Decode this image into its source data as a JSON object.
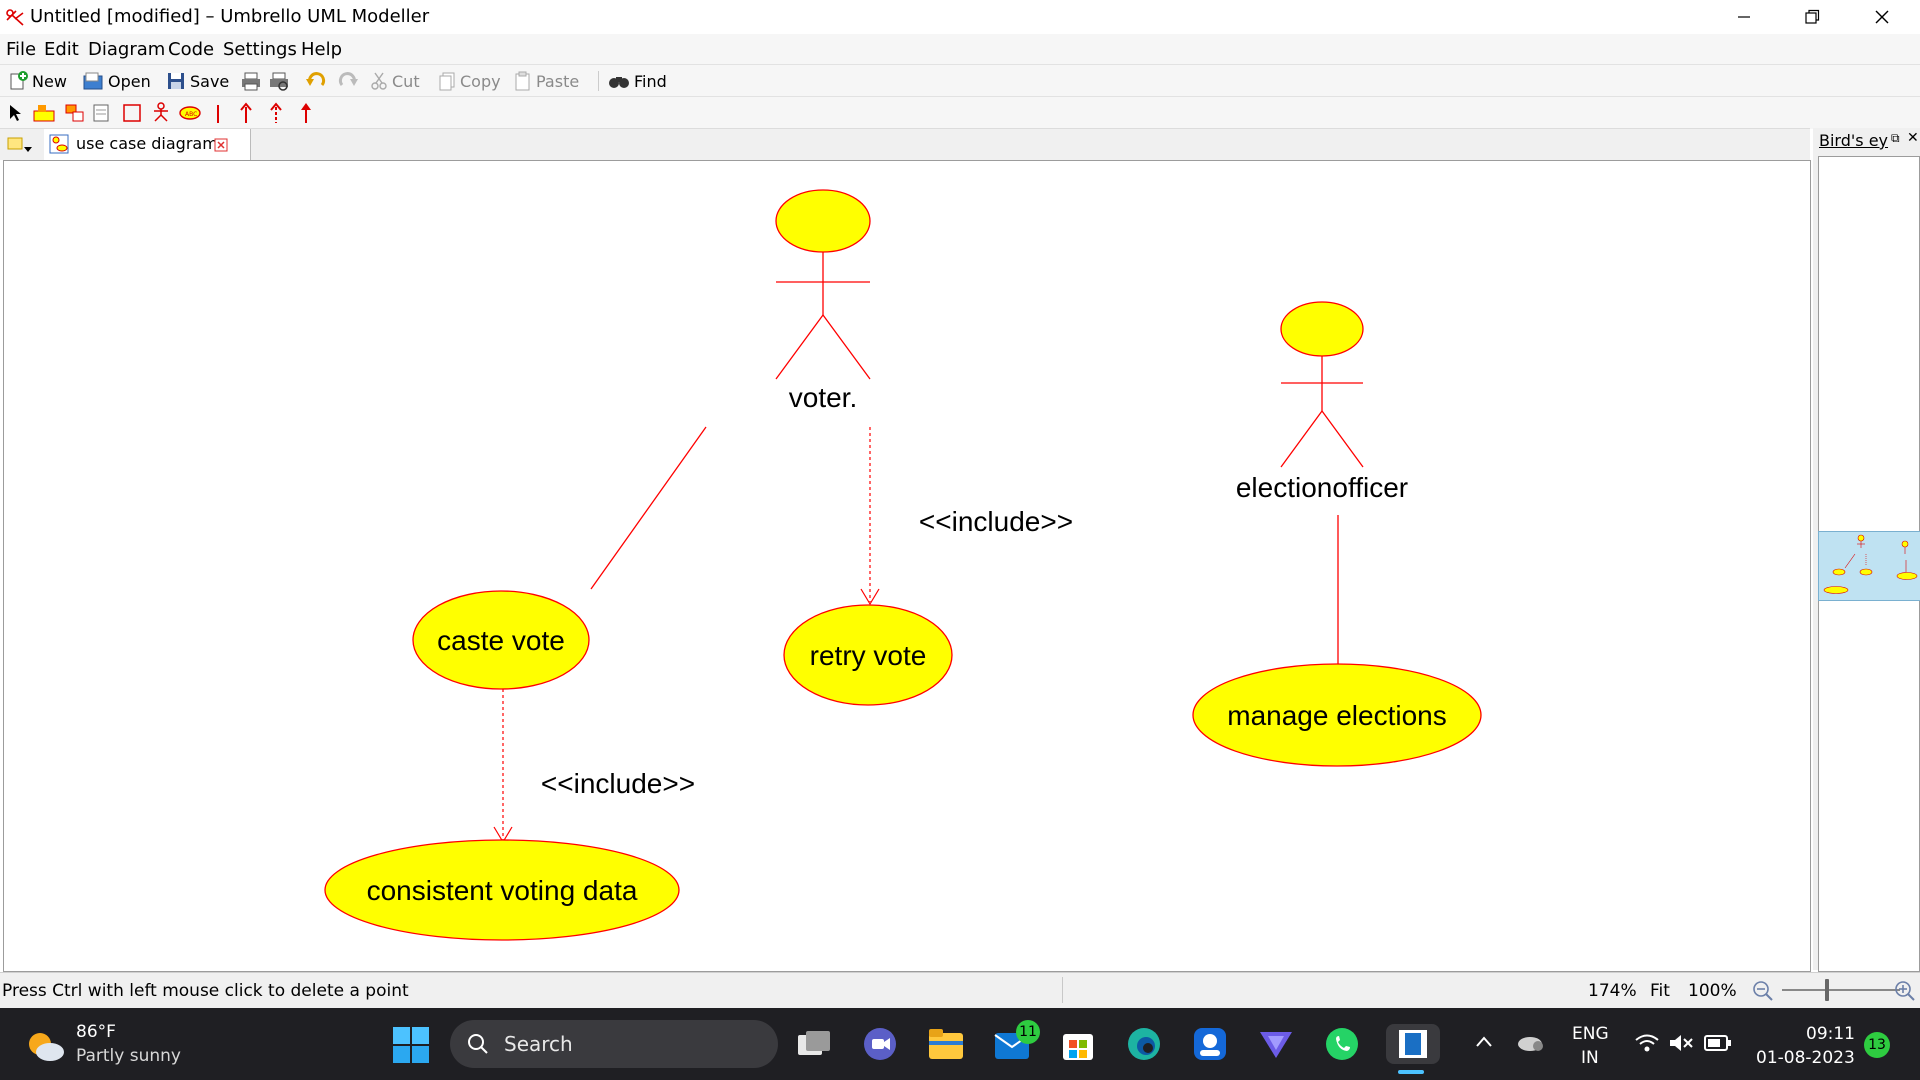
{
  "window": {
    "title": "Untitled [modified] – Umbrello UML Modeller"
  },
  "menu": [
    "File",
    "Edit",
    "Diagram",
    "Code",
    "Settings",
    "Help"
  ],
  "toolbar": {
    "new": "New",
    "open": "Open",
    "save": "Save",
    "cut": "Cut",
    "copy": "Copy",
    "paste": "Paste",
    "find": "Find"
  },
  "tabs": {
    "active": "use case diagram"
  },
  "birdseye": {
    "title": "Bird's ey"
  },
  "diagram": {
    "actors": [
      {
        "name": "voter."
      },
      {
        "name": "electionofficer"
      }
    ],
    "use_cases": [
      {
        "name": "caste vote"
      },
      {
        "name": "retry vote"
      },
      {
        "name": "consistent voting data"
      },
      {
        "name": "manage elections"
      }
    ],
    "relations": [
      {
        "type": "association",
        "from": "voter.",
        "to": "caste vote"
      },
      {
        "type": "include",
        "label": "<<include>>",
        "from": "voter.",
        "to": "retry vote"
      },
      {
        "type": "include",
        "label": "<<include>>",
        "from": "caste vote",
        "to": "consistent voting data"
      },
      {
        "type": "association",
        "from": "electionofficer",
        "to": "manage elections"
      }
    ],
    "colors": {
      "fill": "#ffff00",
      "stroke": "#ff0000"
    }
  },
  "status": {
    "message": "Press Ctrl with left mouse click to delete a point",
    "zoom": "174%",
    "fit": "Fit",
    "hundred": "100%"
  },
  "taskbar": {
    "weather_temp": "86°F",
    "weather_desc": "Partly sunny",
    "search": "Search",
    "mail_badge": "11",
    "lang": "ENG",
    "region": "IN",
    "time": "09:11",
    "date": "01-08-2023",
    "notif_count": "13"
  }
}
